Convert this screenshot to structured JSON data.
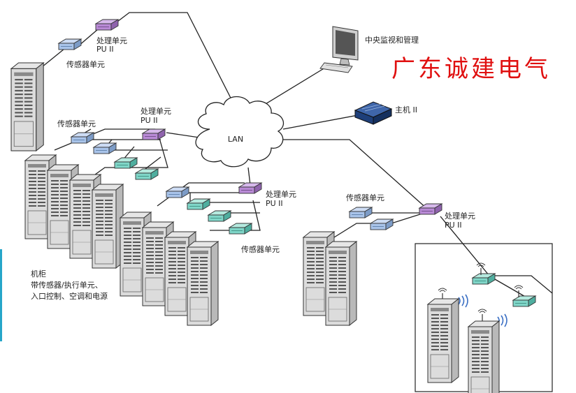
{
  "brand": "广东诚建电气",
  "network": {
    "lan_label": "LAN"
  },
  "central": {
    "label": "中央监视和管理"
  },
  "host": {
    "label": "主机 II"
  },
  "cabinet_desc": {
    "line1": "机柜",
    "line2": "带传感器/执行单元、",
    "line3": "入口控制、空调和电源"
  },
  "units": {
    "pu_top_line1": "处理单元",
    "pu_top_line2": "PU II",
    "pu_mid_line1": "处理单元",
    "pu_mid_line2": "PU II",
    "pu_center_line1": "处理单元",
    "pu_center_line2": "PU II",
    "pu_right_line1": "处理单元",
    "pu_right_line2": "PU II",
    "sensor_top": "传感器单元",
    "sensor_mid": "传感器单元",
    "sensor_center": "传感器单元",
    "sensor_right": "传感器单元"
  },
  "colors": {
    "processing_unit": "#b98ad6",
    "sensor_blue": "#a9c4ea",
    "sensor_teal": "#7fd6c8",
    "host": "#1e3f7a",
    "brand": "#e01010",
    "accent_bar": "#26a6c9"
  },
  "icons": [
    "cloud-icon",
    "monitor-icon",
    "server-host-icon",
    "rack-cabinet-icon",
    "wireless-signal-icon",
    "antenna-icon"
  ]
}
